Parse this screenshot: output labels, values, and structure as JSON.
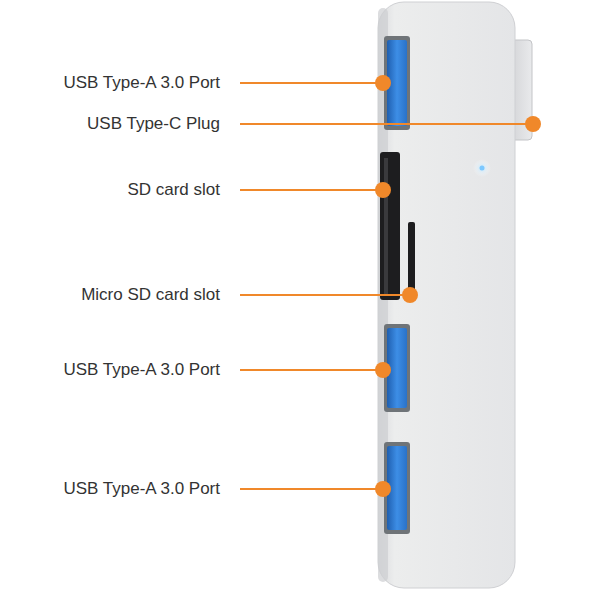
{
  "diagram": {
    "labels": [
      "USB Type-A 3.0 Port",
      "USB Type-C Plug",
      "SD card slot",
      "Micro SD card slot",
      "USB Type-A 3.0 Port",
      "USB Type-A 3.0 Port"
    ]
  }
}
